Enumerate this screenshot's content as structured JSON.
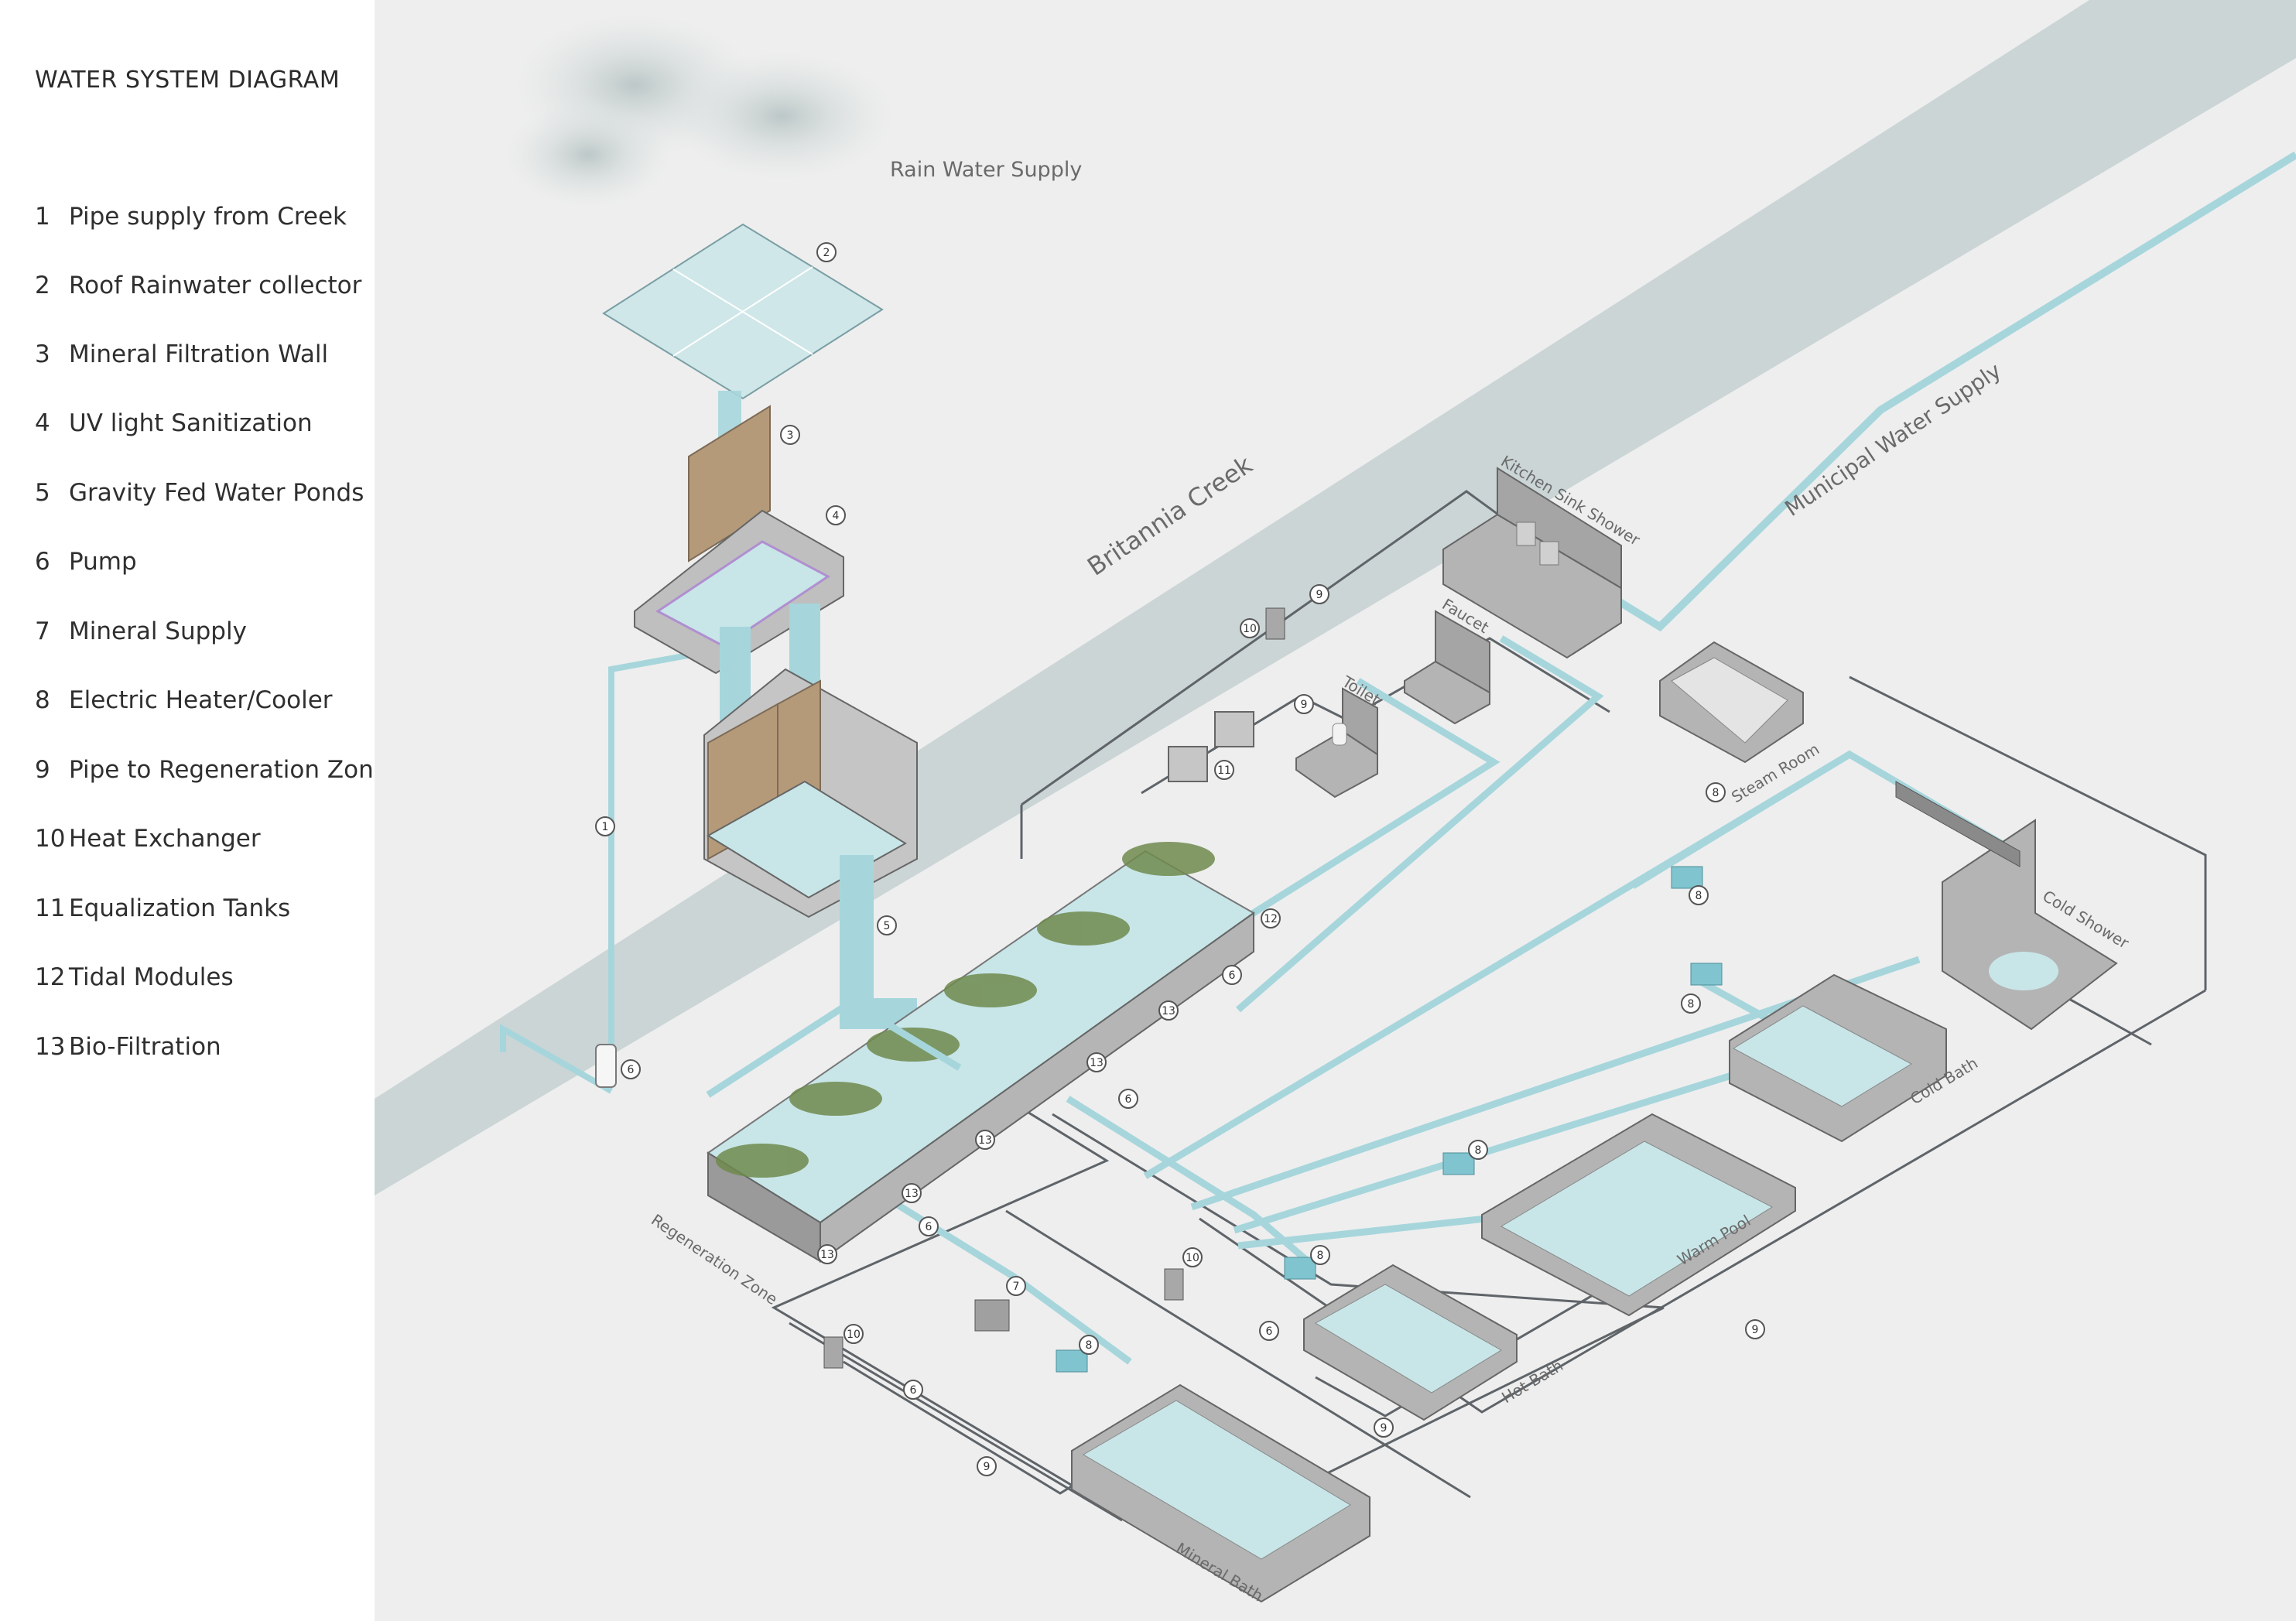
{
  "title": "WATER SYSTEM DIAGRAM",
  "legend": [
    {
      "num": "1",
      "text": "Pipe supply from Creek"
    },
    {
      "num": "2",
      "text": "Roof Rainwater collector"
    },
    {
      "num": "3",
      "text": "Mineral Filtration Wall"
    },
    {
      "num": "4",
      "text": "UV light Sanitization"
    },
    {
      "num": "5",
      "text": "Gravity Fed Water Ponds"
    },
    {
      "num": "6",
      "text": "Pump"
    },
    {
      "num": "7",
      "text": "Mineral Supply"
    },
    {
      "num": "8",
      "text": "Electric Heater/Cooler"
    },
    {
      "num": "9",
      "text": "Pipe to Regeneration Zone"
    },
    {
      "num": "10",
      "text": "Heat Exchanger"
    },
    {
      "num": "11",
      "text": "Equalization Tanks"
    },
    {
      "num": "12",
      "text": "Tidal Modules"
    },
    {
      "num": "13",
      "text": "Bio-Filtration"
    }
  ],
  "labels": {
    "rain": "Rain Water Supply",
    "creek": "Britannia Creek",
    "municipal": "Municipal Water Supply",
    "kitchen": "Kitchen Sink Shower",
    "faucet": "Faucet",
    "toilet": "Toilet",
    "steam": "Steam Room",
    "cold_shower": "Cold Shower",
    "cold_bath": "Cold Bath",
    "warm_pool": "Warm Pool",
    "hot_bath": "Hot Bath",
    "mineral_bath": "Mineral Bath",
    "regeneration": "Regeneration Zone"
  },
  "markers": {
    "m1": "1",
    "m2": "2",
    "m3": "3",
    "m4": "4",
    "m5": "5",
    "m6a": "6",
    "m6b": "6",
    "m6c": "6",
    "m6d": "6",
    "m6e": "6",
    "m6f": "6",
    "m7": "7",
    "m8a": "8",
    "m8b": "8",
    "m8c": "8",
    "m8d": "8",
    "m8e": "8",
    "m8f": "8",
    "m9a": "9",
    "m9b": "9",
    "m9c": "9",
    "m9d": "9",
    "m9e": "9",
    "m10a": "10",
    "m10b": "10",
    "m10c": "10",
    "m11": "11",
    "m12": "12",
    "m13a": "13",
    "m13b": "13",
    "m13c": "13",
    "m13d": "13",
    "m13e": "13"
  },
  "colors": {
    "water": "#b8dde0",
    "pipe": "#a6d6dc",
    "concrete": "#8d8d8d",
    "wood": "#b59a7a",
    "grass": "#6f8a4e",
    "line": "#5f6469"
  }
}
